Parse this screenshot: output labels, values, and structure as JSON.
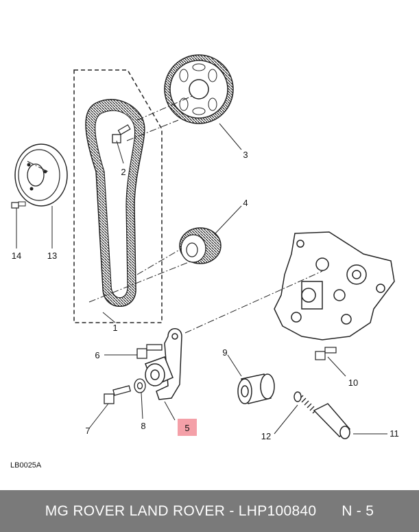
{
  "diagram": {
    "reference_code": "LB0025A",
    "highlight_color": "#f4a0a8",
    "callouts": {
      "c1": "1",
      "c2": "2",
      "c3": "3",
      "c4": "4",
      "c5": "5",
      "c6": "6",
      "c7": "7",
      "c8": "8",
      "c9": "9",
      "c10": "10",
      "c11": "11",
      "c12": "12",
      "c13": "13",
      "c14": "14"
    }
  },
  "footer": {
    "brand": "MG ROVER LAND ROVER",
    "separator": " - ",
    "part_number": "LHP100840",
    "page_label": "N - 5",
    "background": "#7a7a7a"
  }
}
